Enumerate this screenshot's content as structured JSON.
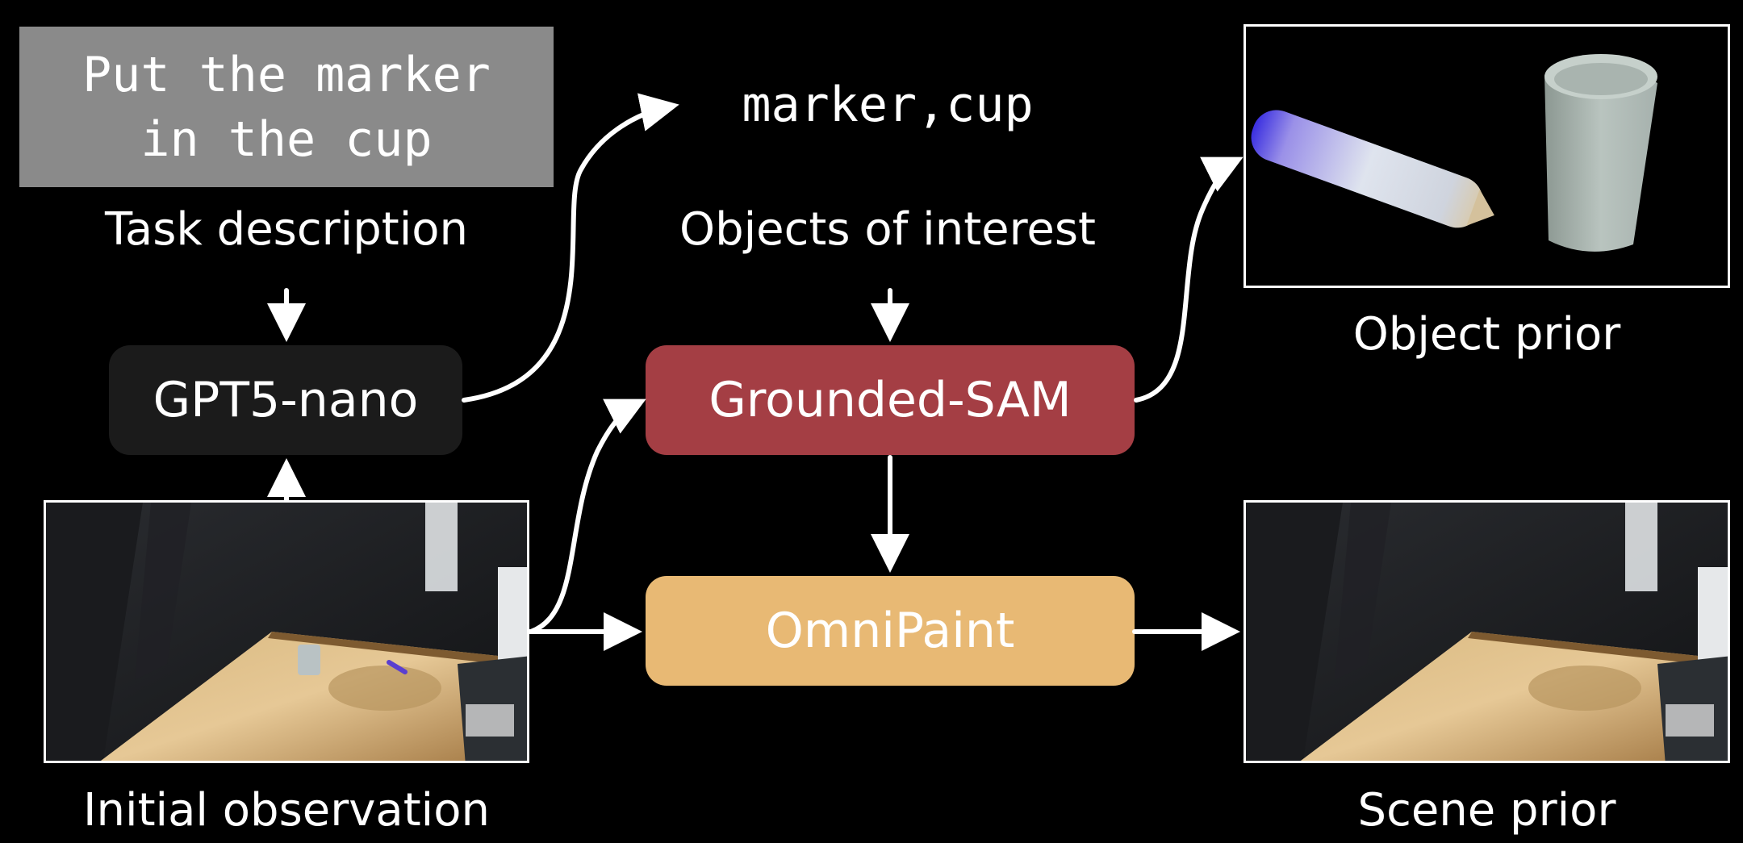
{
  "task": {
    "prompt_line1": "Put the marker",
    "prompt_line2": "in the cup",
    "label": "Task description"
  },
  "objects": {
    "text": "marker,cup",
    "label": "Objects of interest"
  },
  "nodes": {
    "gpt": "GPT5-nano",
    "gsam": "Grounded-SAM",
    "omnipaint": "OmniPaint"
  },
  "panels": {
    "initial": "Initial observation",
    "object_prior": "Object prior",
    "scene_prior": "Scene prior"
  },
  "colors": {
    "background": "#000000",
    "gpt_box": "#1b1b1b",
    "gsam_box": "#a43e44",
    "omnipaint_box": "#e8b974",
    "task_box": "#8a8a8a",
    "arrow": "#ffffff"
  }
}
